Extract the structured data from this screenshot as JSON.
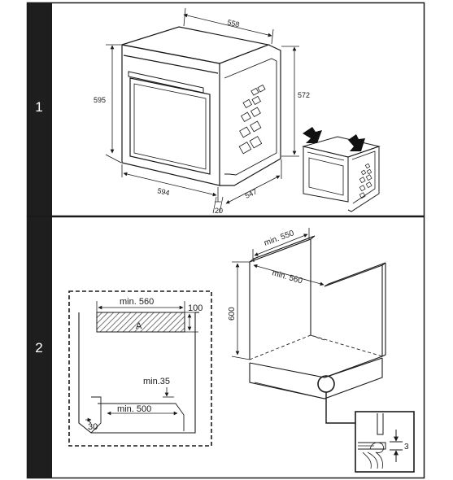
{
  "steps": [
    {
      "number": "1"
    },
    {
      "number": "2"
    }
  ],
  "panel1": {
    "dim_width": "594",
    "dim_height": "595",
    "dim_depth_top": "558",
    "dim_depth_side": "572",
    "dim_depth_bottom": "547",
    "dim_front_thickness": "20"
  },
  "panel2": {
    "front_min_width": "min. 560",
    "front_top_height": "100",
    "front_area_label": "A",
    "front_min_gap": "min.35",
    "front_min_bottom": "min. 500",
    "front_bottom_edge": "30",
    "cab_min_top_depth": "min. 550",
    "cab_min_inner_width": "min. 560",
    "cab_height": "600",
    "detail_gap": "3"
  },
  "colors": {
    "step_bar": "#1e1e1e",
    "line": "#1a1a1a"
  }
}
